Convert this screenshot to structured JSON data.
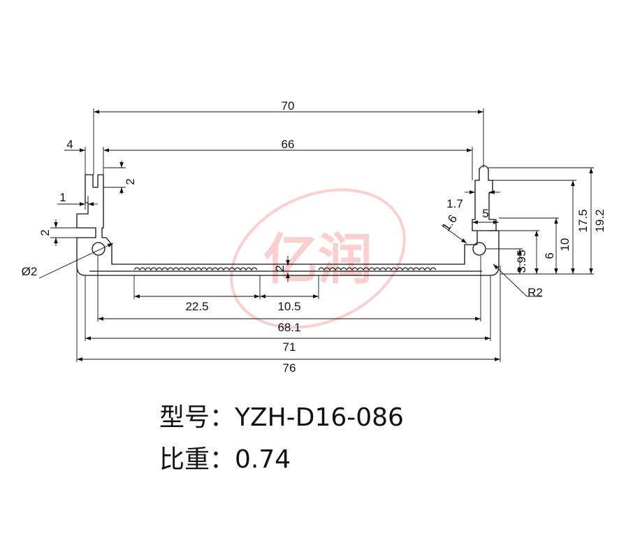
{
  "dimensions": {
    "overall_width": "70",
    "inner_width": "66",
    "slot_width": "4",
    "slot_depth": "2",
    "lip": "1",
    "ledge": "2",
    "hole_diameter": "Ø2",
    "fin_pitch": "22.5",
    "gap": "10.5",
    "inner_span": "68.1",
    "mid_span": "71",
    "outer_span": "76",
    "groove_depth": "2",
    "step": "1.7",
    "chamfer": "1.6",
    "right_gap": "5",
    "h_395": "3.95",
    "h_6": "6",
    "h_10": "10",
    "h_175": "17.5",
    "h_192": "19.2",
    "radius": "R2"
  },
  "watermark": {
    "text": "亿润",
    "color": "#e8302a"
  },
  "caption": {
    "model_label": "型号：",
    "model_value": "YZH-D16-086",
    "weight_label": "比重：",
    "weight_value": "0.74"
  }
}
